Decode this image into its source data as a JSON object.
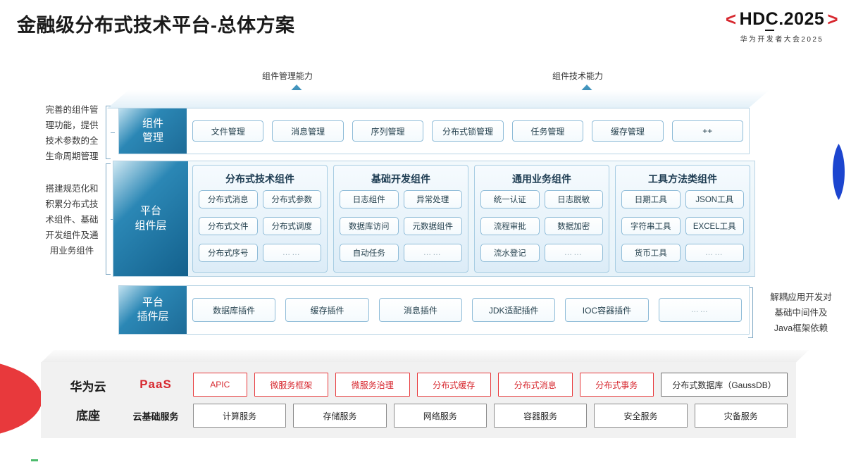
{
  "header": {
    "title": "金融级分布式技术平台-总体方案",
    "logo_left_bracket": "<",
    "logo_text": "HDC.2025",
    "logo_right_bracket": ">",
    "logo_sub": "华为开发者大会2025"
  },
  "top_arrows": [
    {
      "label": "组件管理能力"
    },
    {
      "label": "组件技术能力"
    }
  ],
  "annotations": {
    "left": [
      {
        "lines": [
          "完善的组件管",
          "理功能，提供",
          "技术参数的全",
          "生命周期管理"
        ]
      },
      {
        "lines": [
          "搭建规范化和",
          "积累分布式技",
          "术组件、基础",
          "开发组件及通",
          "用业务组件"
        ]
      }
    ],
    "right": [
      {
        "lines": [
          "解耦应用开发对",
          "基础中间件及",
          "Java框架依赖"
        ]
      }
    ]
  },
  "rows": {
    "management": {
      "side_label_lines": [
        "组件",
        "管理"
      ],
      "chips": [
        "文件管理",
        "消息管理",
        "序列管理",
        "分布式锁管理",
        "任务管理",
        "缓存管理",
        "++"
      ]
    },
    "component_layer": {
      "side_label_lines": [
        "平台",
        "组件层"
      ],
      "groups": [
        {
          "title": "分布式技术组件",
          "items": [
            "分布式消息",
            "分布式参数",
            "分布式文件",
            "分布式调度",
            "分布式序号",
            "……"
          ]
        },
        {
          "title": "基础开发组件",
          "items": [
            "日志组件",
            "异常处理",
            "数据库访问",
            "元数据组件",
            "自动任务",
            "……"
          ]
        },
        {
          "title": "通用业务组件",
          "items": [
            "统一认证",
            "日志脱敏",
            "流程审批",
            "数据加密",
            "流水登记",
            "……"
          ]
        },
        {
          "title": "工具方法类组件",
          "items": [
            "日期工具",
            "JSON工具",
            "字符串工具",
            "EXCEL工具",
            "货币工具",
            "……"
          ]
        }
      ]
    },
    "plugin_layer": {
      "side_label_lines": [
        "平台",
        "插件层"
      ],
      "chips": [
        "数据库插件",
        "缓存插件",
        "消息插件",
        "JDK适配插件",
        "IOC容器插件",
        "……"
      ]
    }
  },
  "paas": {
    "brand_lines": [
      "华为云",
      "底座"
    ],
    "rows": [
      {
        "label": "PaaS",
        "label_style": "red",
        "items": [
          {
            "text": "APIC",
            "style": "red",
            "flex": 0.72
          },
          {
            "text": "微服务框架",
            "style": "red",
            "flex": 1
          },
          {
            "text": "微服务治理",
            "style": "red",
            "flex": 1
          },
          {
            "text": "分布式缓存",
            "style": "red",
            "flex": 1
          },
          {
            "text": "分布式消息",
            "style": "red",
            "flex": 1
          },
          {
            "text": "分布式事务",
            "style": "red",
            "flex": 1
          },
          {
            "text": "分布式数据库（GaussDB）",
            "style": "gray",
            "flex": 1.72
          }
        ]
      },
      {
        "label": "云基础服务",
        "label_style": "dark",
        "items": [
          {
            "text": "计算服务",
            "style": "plain",
            "flex": 1
          },
          {
            "text": "存储服务",
            "style": "plain",
            "flex": 1
          },
          {
            "text": "网络服务",
            "style": "plain",
            "flex": 1
          },
          {
            "text": "容器服务",
            "style": "plain",
            "flex": 1
          },
          {
            "text": "安全服务",
            "style": "plain",
            "flex": 1
          },
          {
            "text": "灾备服务",
            "style": "plain",
            "flex": 1
          }
        ]
      }
    ]
  },
  "colors": {
    "brand_red": "#d7282f",
    "brand_blue": "#1d6b97",
    "accent_blue": "#1c45cf",
    "panel_gray": "#f1f1f1"
  }
}
